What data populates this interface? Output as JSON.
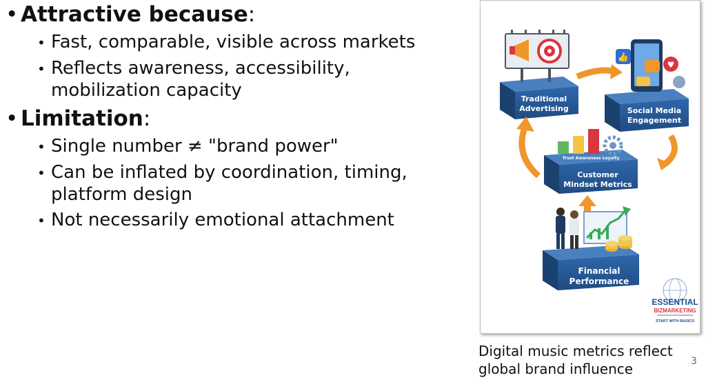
{
  "bullets": {
    "attractive": {
      "heading": "Attractive because",
      "colon": ":",
      "items": [
        "Fast, comparable, visible across markets",
        "Reflects awareness, accessibility, mobilization capacity"
      ]
    },
    "limitation": {
      "heading": "Limitation",
      "colon": ":",
      "items": [
        "Single number ≠ \"brand power\"",
        "Can be inflated by coordination, timing, platform design",
        "Not necessarily emotional attachment"
      ]
    }
  },
  "bullet_glyph": "•",
  "figure": {
    "nodes": {
      "traditional": [
        "Traditional",
        "Advertising"
      ],
      "social": [
        "Social Media",
        "Engagement"
      ],
      "mindset": [
        "Customer",
        "Mindset Metrics"
      ],
      "financial": [
        "Financial",
        "Performance"
      ]
    },
    "mindset_labels": "Trust  Awareness  Loyalty",
    "logo": {
      "line1": "ESSENTIAL",
      "line2": "BIZMARKETING",
      "line3": "START WITH BASICS"
    },
    "colors": {
      "block_front": "#2a5d9c",
      "block_top": "#4a80c0",
      "arrow": "#f0962a",
      "logo_blue": "#1d4f8c",
      "logo_red": "#d9363e"
    }
  },
  "caption": "Digital music metrics reflect global brand influence",
  "page_number": "3"
}
